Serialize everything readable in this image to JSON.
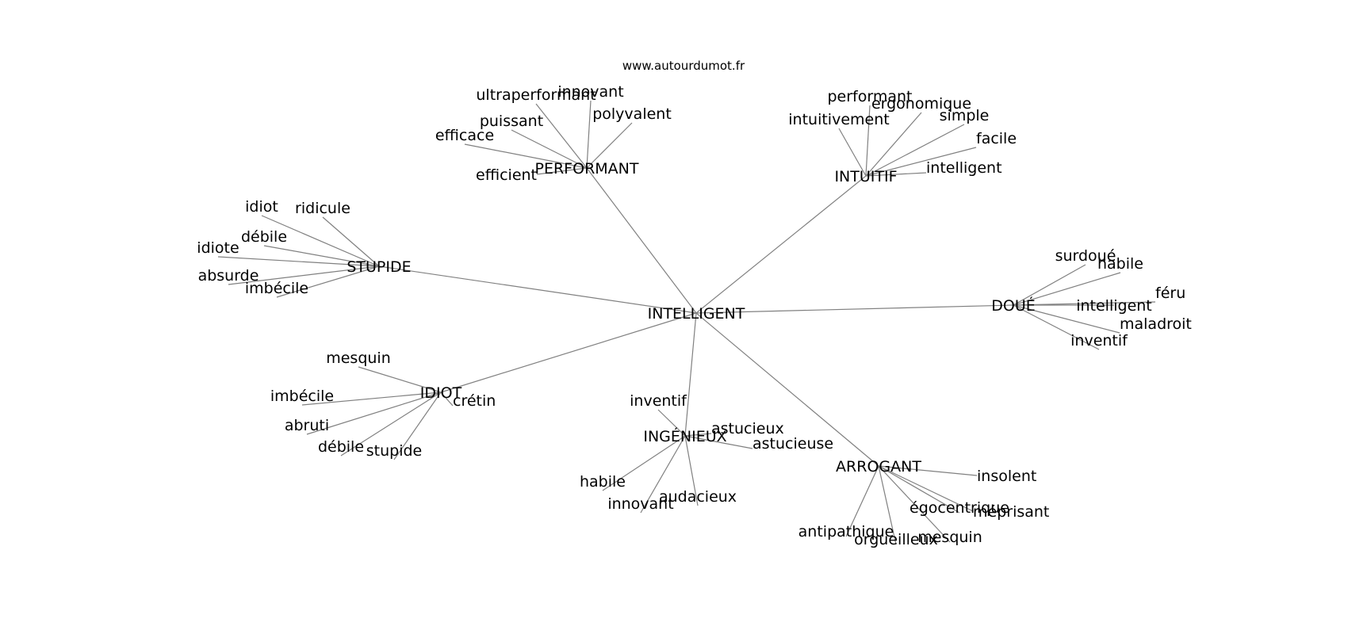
{
  "credit": "www.autourdumot.fr",
  "graph": {
    "center": {
      "id": "intelligent",
      "label": "INTELLIGENT"
    },
    "clusters": [
      {
        "id": "performant",
        "label": "PERFORMANT",
        "words": [
          "ultraperformant",
          "innovant",
          "polyvalent",
          "puissant",
          "efficace",
          "efficient"
        ]
      },
      {
        "id": "intuitif",
        "label": "INTUITIF",
        "words": [
          "performant",
          "ergonomique",
          "simple",
          "intuitivement",
          "facile",
          "intelligent"
        ]
      },
      {
        "id": "stupide",
        "label": "STUPIDE",
        "words": [
          "idiot",
          "ridicule",
          "débile",
          "idiote",
          "absurde",
          "imbécile"
        ]
      },
      {
        "id": "doue",
        "label": "DOUÉ",
        "words": [
          "surdoué",
          "habile",
          "féru",
          "intelligent",
          "maladroit",
          "inventif"
        ]
      },
      {
        "id": "idiot",
        "label": "IDIOT",
        "words": [
          "mesquin",
          "imbécile",
          "crétin",
          "abruti",
          "débile",
          "stupide"
        ]
      },
      {
        "id": "ingenieux",
        "label": "INGÉNIEUX",
        "words": [
          "inventif",
          "astucieux",
          "astucieuse",
          "habile",
          "audacieux",
          "innovant"
        ]
      },
      {
        "id": "arrogant",
        "label": "ARROGANT",
        "words": [
          "insolent",
          "méprisant",
          "égocentrique",
          "mesquin",
          "orgueilleux",
          "antipathique"
        ]
      }
    ]
  }
}
